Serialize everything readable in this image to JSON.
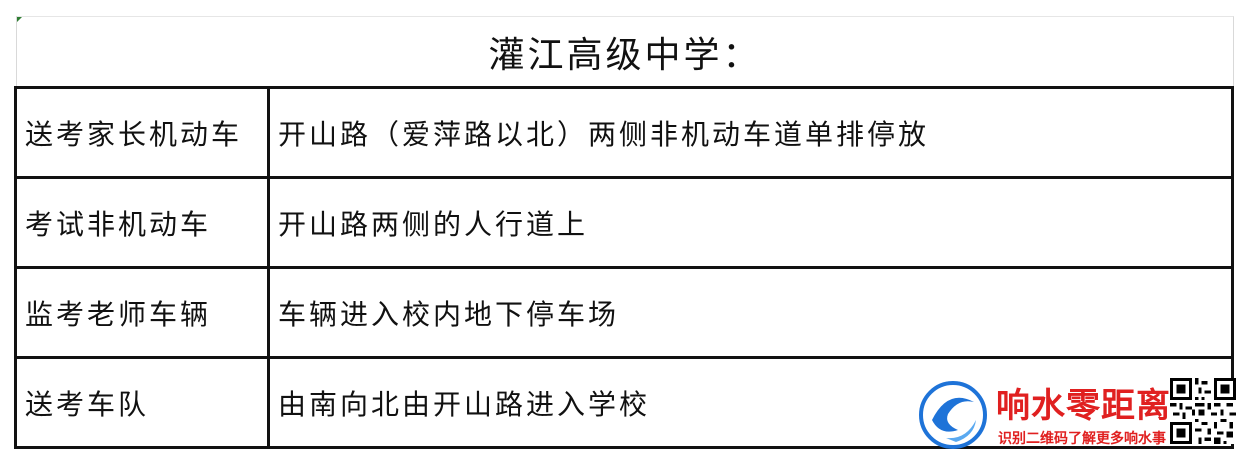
{
  "title": "灌江高级中学：",
  "rows": [
    {
      "label": "送考家长机动车",
      "value": "开山路（爱萍路以北）两侧非机动车道单排停放"
    },
    {
      "label": "考试非机动车",
      "value": "开山路两侧的人行道上"
    },
    {
      "label": "监考老师车辆",
      "value": "车辆进入校内地下停车场"
    },
    {
      "label": "送考车队",
      "value": "由南向北由开山路进入学校"
    }
  ],
  "watermark": {
    "name": "响水零距离",
    "tagline": "识别二维码了解更多响水事",
    "brand_color": "#e02020",
    "logo_color": "#1e73d8"
  }
}
